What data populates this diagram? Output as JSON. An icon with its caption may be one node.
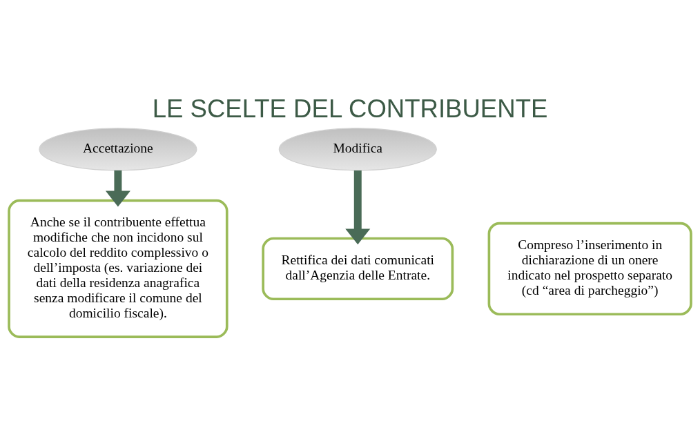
{
  "diagram": {
    "title": "LE SCELTE DEL CONTRIBUENTE",
    "nodes": [
      {
        "text": [
          "Accettazione"
        ]
      },
      {
        "text": [
          "Modifica"
        ]
      },
      {
        "text": [
          "Anche se il contribuente effettua modifiche che non incidono sul calcolo del reddito complessivo o dell’imposta (es. variazione dei dati della residenza anagrafica senza modificare il comune del domicilio fiscale)."
        ]
      },
      {
        "text": [
          "Rettifica dei dati comunicati dall’Agenzia delle Entrate."
        ]
      },
      {
        "text": [
          "Compreso l’inserimento in dichiarazione di un onere indicato nel prospetto separato (cd “area di parcheggio”)"
        ]
      }
    ],
    "edges": [
      {
        "from": 0,
        "to": 2,
        "arrow": "to"
      },
      {
        "from": 1,
        "to": 3,
        "arrow": "to"
      }
    ]
  }
}
